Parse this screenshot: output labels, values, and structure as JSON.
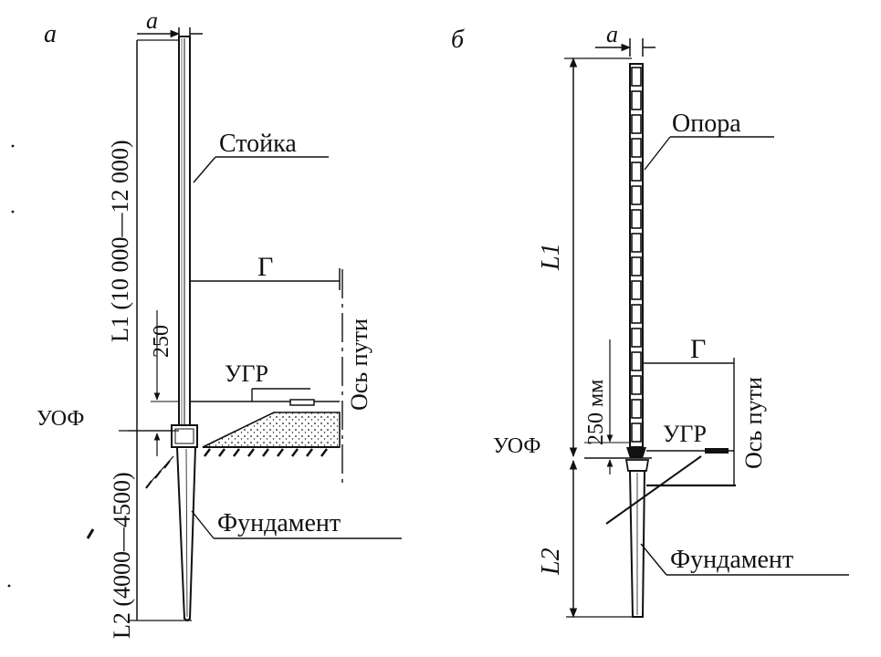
{
  "panel_a": {
    "letter": "а",
    "width_label": "a",
    "post_label": "Стойка",
    "gabarit_label": "Г",
    "track_axis_label": "Ось пути",
    "ugr_label": "УГР",
    "uof_label": "УОФ",
    "foundation_label": "Фундамент",
    "dim_250": "250",
    "l1_label": "L1 (10 000—12 000)",
    "l2_label": "L2 (4000—4500)"
  },
  "panel_b": {
    "letter": "б",
    "width_label": "a",
    "support_label": "Опора",
    "gabarit_label": "Г",
    "track_axis_label": "Ось пути",
    "ugr_label": "УГР",
    "uof_label": "УОФ",
    "foundation_label": "Фундамент",
    "dim_250": "250 мм",
    "l1_label": "L1",
    "l2_label": "L2"
  }
}
